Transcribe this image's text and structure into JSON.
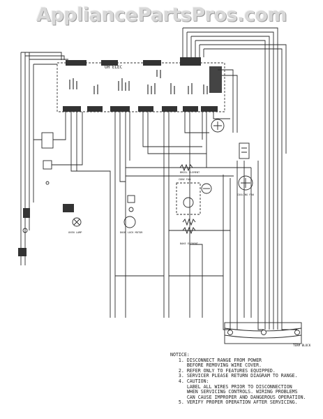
{
  "watermark": "AppliancePartsPros.com",
  "board_label": "UH ELEC",
  "labels": {
    "term_block": "TERM BLOCK",
    "bake_element": "BAKE ELEMENT",
    "broil_element": "BROIL ELEMENT",
    "oven_lamp": "OVEN LAMP",
    "convection_fan": "CONV FAN",
    "door_lock": "DOOR LOCK MOTOR",
    "cooling_fan": "COOLING FAN"
  },
  "notice": {
    "title": "NOTICE:",
    "items": [
      {
        "num": "1.",
        "lines": [
          "DISCONNECT RANGE FROM POWER",
          "BEFORE REMOVING WIRE COVER."
        ]
      },
      {
        "num": "2.",
        "lines": [
          "REFER ONLY TO FEATURES EQUIPPED."
        ]
      },
      {
        "num": "3.",
        "lines": [
          "SERVICER PLEASE RETURN DIAGRAM TO RANGE."
        ]
      },
      {
        "num": "4.",
        "lines": [
          "CAUTION:",
          "LABEL ALL WIRES PRIOR TO DISCONNECTION",
          "WHEN SERVICING CONTROLS. WIRING PROBLEMS",
          "CAN CAUSE IMPROPER AND DANGEROUS OPERATION."
        ]
      },
      {
        "num": "5.",
        "lines": [
          "VERIFY PROPER OPERATION AFTER SERVICING."
        ]
      }
    ]
  }
}
